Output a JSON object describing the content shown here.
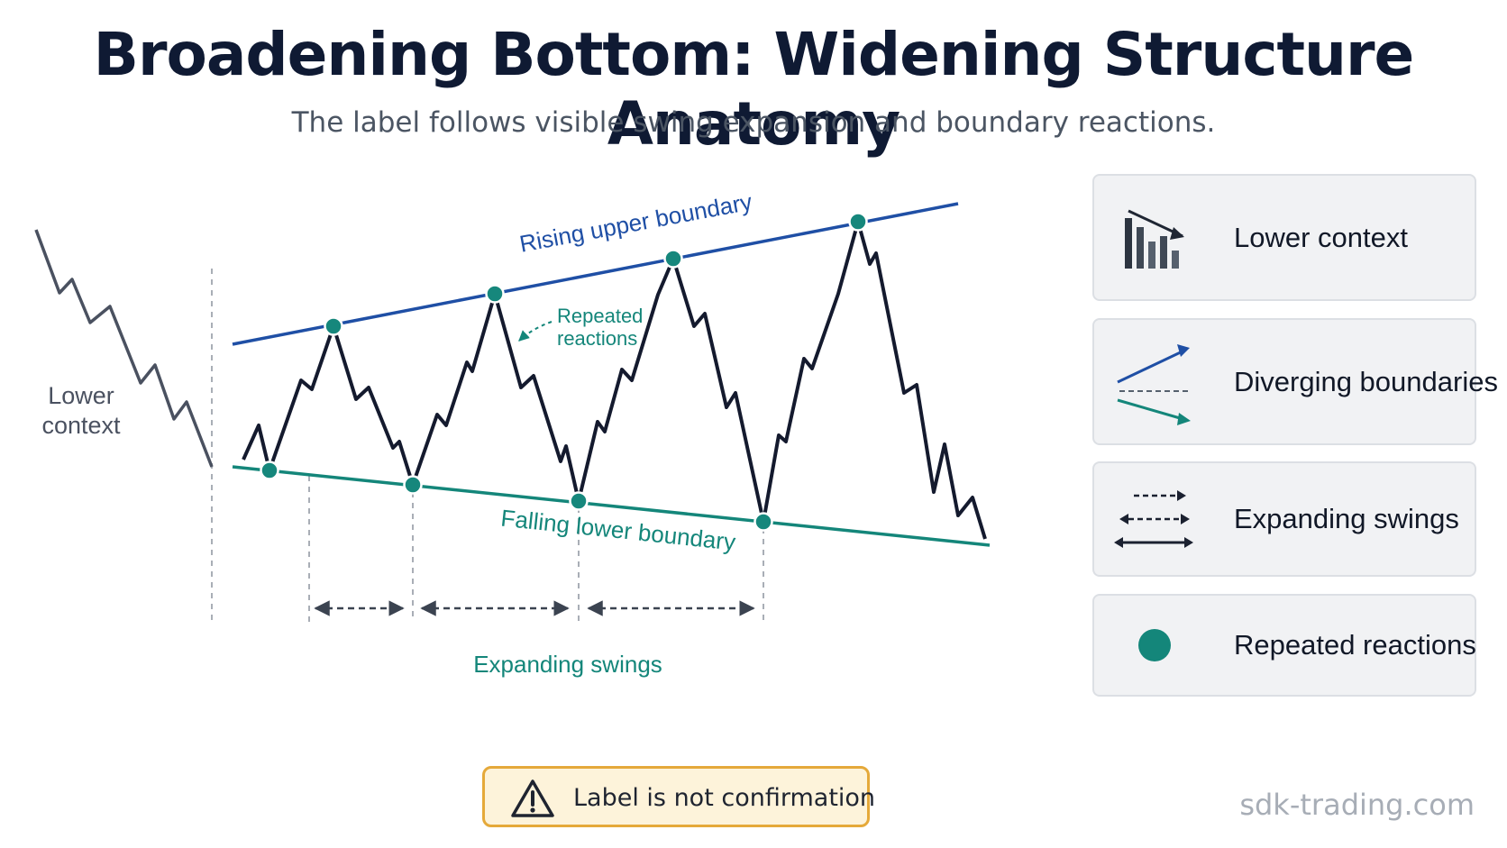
{
  "title": "Broadening Bottom: Widening Structure Anatomy",
  "subtitle": "The label follows visible swing expansion and boundary reactions.",
  "diagram": {
    "annotations": {
      "lower_context": [
        "Lower",
        "context"
      ],
      "upper_boundary": "Rising upper boundary",
      "lower_boundary": "Falling lower boundary",
      "repeated_reactions": [
        "Repeated",
        "reactions"
      ],
      "expanding_swings": "Expanding swings"
    },
    "colors": {
      "upper_boundary": "#1f4fa5",
      "lower_boundary": "#14867a",
      "price_line": "#141a2e",
      "context_line": "#4a5160",
      "reaction_point": "#16877c",
      "guide": "#9aa1ab"
    }
  },
  "legend": [
    {
      "icon": "declining-bars-icon",
      "label": "Lower context"
    },
    {
      "icon": "diverging-lines-icon",
      "label": "Diverging boundaries"
    },
    {
      "icon": "expanding-arrows-icon",
      "label": "Expanding swings"
    },
    {
      "icon": "teal-dot-icon",
      "label": "Repeated reactions"
    }
  ],
  "warning": {
    "icon": "warning-triangle-icon",
    "text": "Label is not confirmation"
  },
  "watermark": "sdk-trading.com"
}
